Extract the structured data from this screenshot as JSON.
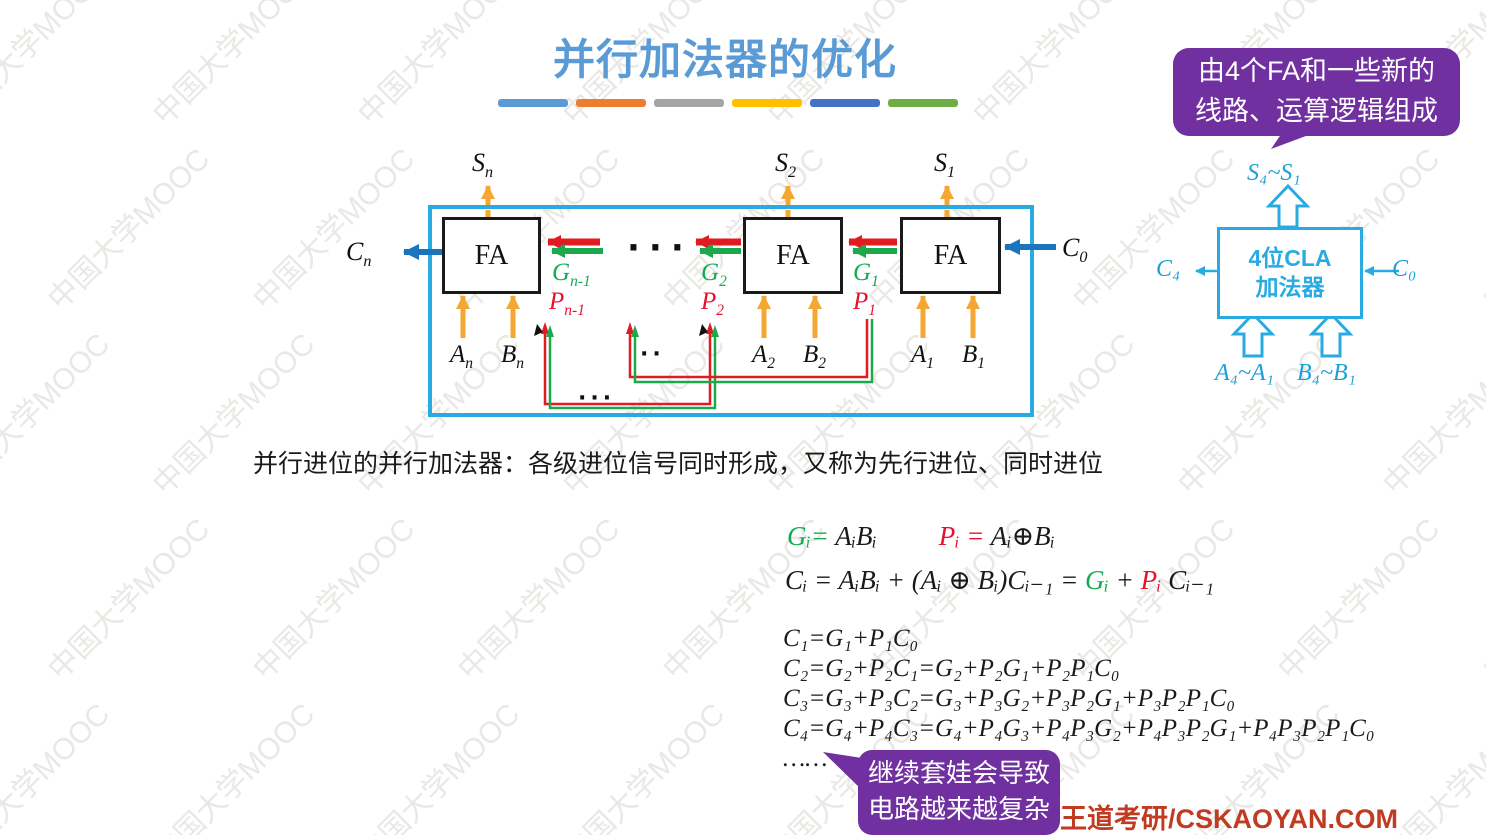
{
  "slide": {
    "title": "并行加法器的优化",
    "sentence": "并行进位的并行加法器：各级进位信号同时形成，又称为先行进位、同时进位",
    "brand": "王道考研/CSKAOYAN.COM",
    "watermark": "中国大学MOOC"
  },
  "bars": [
    "#5B9BD5",
    "#ED7D31",
    "#A5A5A5",
    "#FFC000",
    "#4472C4",
    "#70AD47"
  ],
  "colors": {
    "title_blue": "#5B9BD5",
    "accent_cyan": "#29ABE2",
    "purple": "#7030A0",
    "arrow_yellow": "#F5A733",
    "arrow_red": "#E11B22",
    "arrow_green": "#1CA94C",
    "arrow_blue": "#1B75BC",
    "text_green": "#0FAC53",
    "text_red": "#E8112D",
    "brand_red": "#C03B22"
  },
  "callouts": {
    "top": {
      "line1": "由4个FA和一些新的",
      "line2": "线路、运算逻辑组成"
    },
    "bottom": {
      "line1": "继续套娃会导致",
      "line2": "电路越来越复杂"
    }
  },
  "fa_diagram": {
    "fa": "FA",
    "s_labels": [
      {
        "b": "S",
        "s": "n"
      },
      {
        "b": "S",
        "s": "2"
      },
      {
        "b": "S",
        "s": "1"
      }
    ],
    "carry_out": {
      "b": "C",
      "s": "n"
    },
    "carry_in": {
      "b": "C",
      "s": "0"
    },
    "inputs": [
      {
        "b": "A",
        "s": "n"
      },
      {
        "b": "B",
        "s": "n"
      },
      {
        "b": "A",
        "s": "2"
      },
      {
        "b": "B",
        "s": "2"
      },
      {
        "b": "A",
        "s": "1"
      },
      {
        "b": "B",
        "s": "1"
      }
    ],
    "gp": [
      {
        "g": "G",
        "gs": "n-1",
        "p": "P",
        "ps": "n-1"
      },
      {
        "g": "G",
        "gs": "2",
        "p": "P",
        "ps": "2"
      },
      {
        "g": "G",
        "gs": "1",
        "p": "P",
        "ps": "1"
      }
    ],
    "dots": "···",
    "wire_dots_upper": "··",
    "wire_dots_lower": "···"
  },
  "cla_diagram": {
    "line1": "4位CLA",
    "line2": "加法器",
    "sum": "S₄~S₁",
    "carry_out": "C₄",
    "carry_in": "C₀",
    "in_a": "A₄~A₁",
    "in_b": "B₄~B₁"
  },
  "formulas": {
    "g_def": {
      "lhs": "Gᵢ=",
      "rhs": " AᵢBᵢ"
    },
    "p_def": {
      "lhs": "Pᵢ =",
      "rhs": " Aᵢ⊕Bᵢ"
    },
    "c_def": {
      "p1": "Cᵢ = AᵢBᵢ + (Aᵢ ⊕ Bᵢ)Cᵢ₋₁ = ",
      "g": "Gᵢ",
      "plus": " + ",
      "p": "Pᵢ",
      "tail": " Cᵢ₋₁"
    },
    "carries": [
      "C₁=G₁+P₁C₀",
      "C₂=G₂+P₂C₁=G₂+P₂G₁+P₂P₁C₀",
      "C₃=G₃+P₃C₂=G₃+P₃G₂+P₃P₂G₁+P₃P₂P₁C₀",
      "C₄=G₄+P₄C₃=G₄+P₄G₃+P₄P₃G₂+P₄P₃P₂G₁+P₄P₃P₂P₁C₀",
      "……"
    ]
  }
}
